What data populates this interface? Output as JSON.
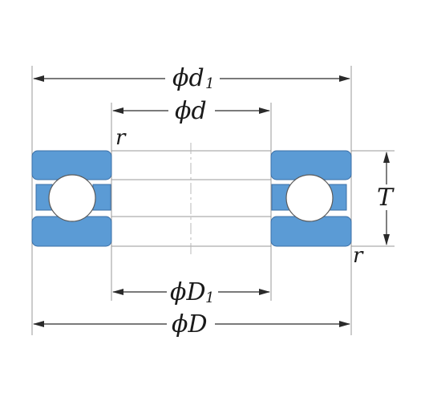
{
  "labels": {
    "d1_main": "ϕd",
    "d1_sub": "1",
    "d": "ϕd",
    "D1_main": "ϕD",
    "D1_sub": "1",
    "D": "ϕD",
    "T": "T",
    "r_top": "r",
    "r_bottom": "r"
  },
  "colors": {
    "ring_fill": "#5b9bd5",
    "ball_fill": "#ffffff",
    "line": "#2a2a2a"
  }
}
